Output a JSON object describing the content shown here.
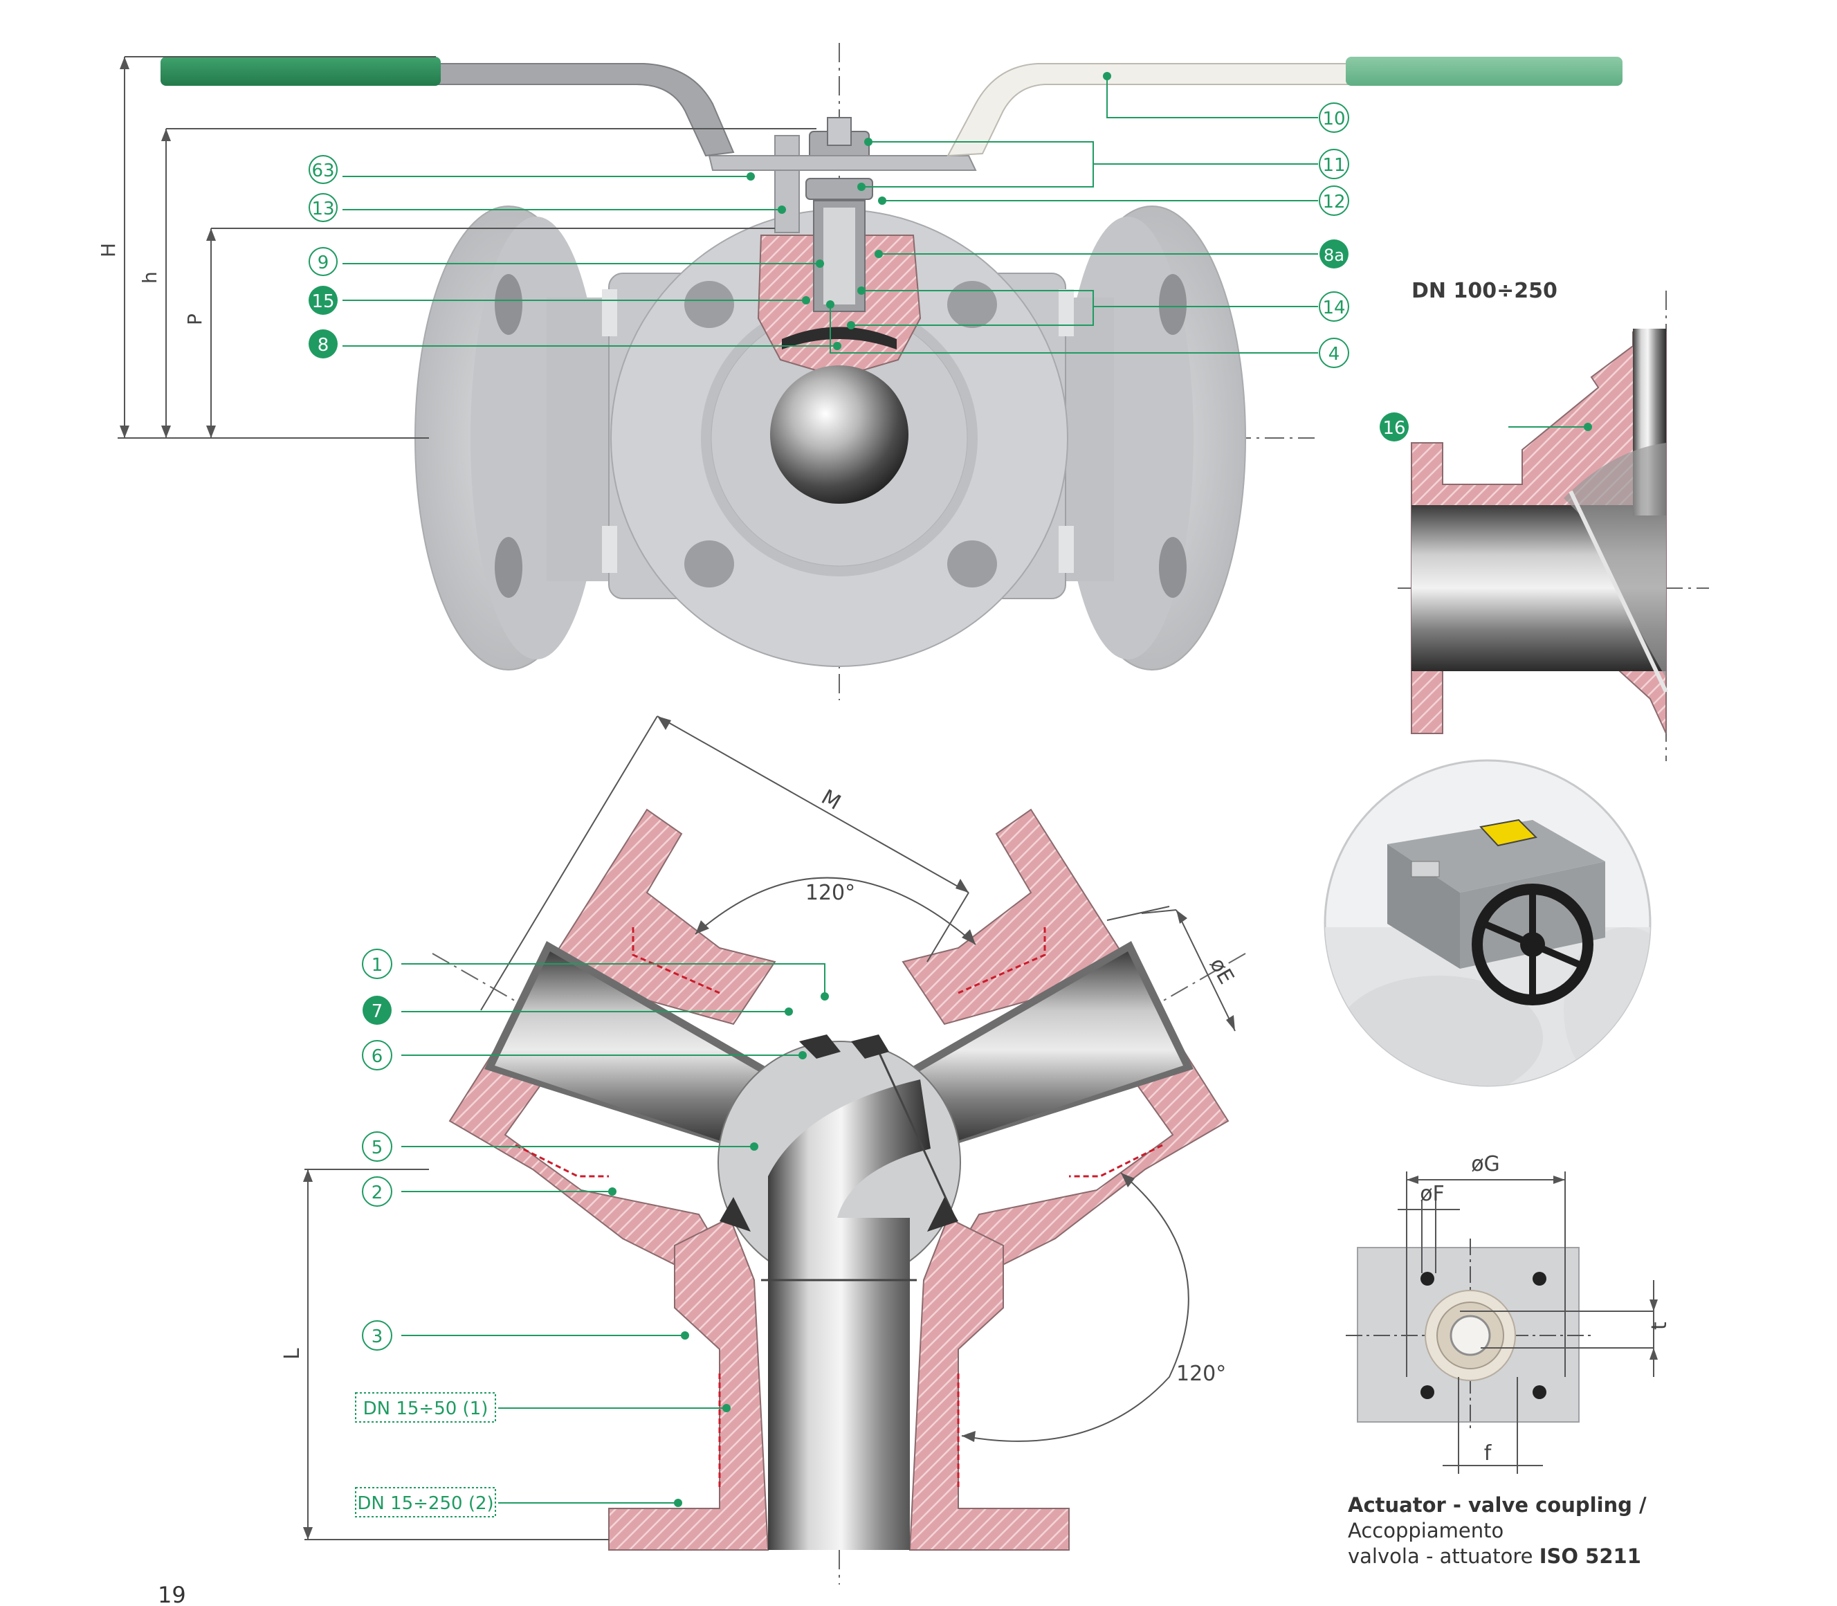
{
  "page_number": "19",
  "colors": {
    "accent": "#1f9b62",
    "handle_green": "#2e8b57",
    "body_gray": "#c9cbcd",
    "section_pink": "#e4b1b6",
    "dim_line": "#555555",
    "seal_red": "#cc1b2b"
  },
  "top_view": {
    "dimensions": {
      "H": "H",
      "h": "h",
      "P": "P"
    },
    "callouts_left": [
      {
        "label": "63",
        "filled": false
      },
      {
        "label": "13",
        "filled": false
      },
      {
        "label": "9",
        "filled": false
      },
      {
        "label": "15",
        "filled": true
      },
      {
        "label": "8",
        "filled": true
      }
    ],
    "callouts_right": [
      {
        "label": "10",
        "filled": false
      },
      {
        "label": "11",
        "filled": false
      },
      {
        "label": "12",
        "filled": false
      },
      {
        "label": "8a",
        "filled": true
      },
      {
        "label": "14",
        "filled": false
      },
      {
        "label": "4",
        "filled": false
      }
    ]
  },
  "detail_view": {
    "title": "DN 100÷250",
    "callout": {
      "label": "16",
      "filled": true
    }
  },
  "section_view": {
    "dimensions": {
      "M": "M",
      "E": "øE",
      "L": "L"
    },
    "angles": [
      "120°",
      "120°"
    ],
    "callouts": [
      {
        "label": "1",
        "filled": false
      },
      {
        "label": "7",
        "filled": true
      },
      {
        "label": "6",
        "filled": false
      },
      {
        "label": "5",
        "filled": false
      },
      {
        "label": "2",
        "filled": false
      },
      {
        "label": "3",
        "filled": false
      }
    ],
    "boxed_labels": [
      "DN 15÷50 (1)",
      "DN 15÷250 (2)"
    ]
  },
  "actuator_photo": {
    "icon": "gear-operator-handwheel-icon"
  },
  "iso_flange": {
    "dimensions": {
      "G": "øG",
      "F": "øF",
      "t": "t",
      "f": "f"
    },
    "caption_line1": "Actuator - valve coupling /",
    "caption_line2": "Accoppiamento",
    "caption_line3_prefix": "valvola - attuatore ",
    "caption_line3_bold": "ISO 5211"
  }
}
